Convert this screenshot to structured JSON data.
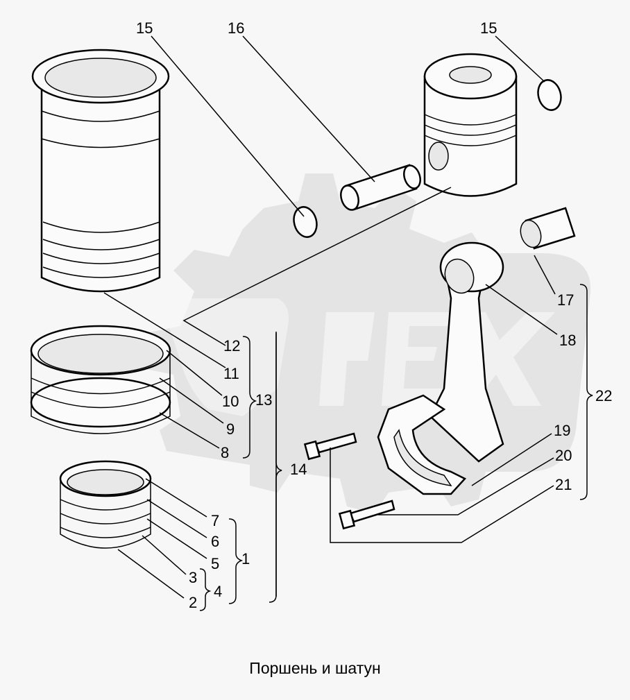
{
  "title": "Поршень и шатун",
  "watermark": "OPEX",
  "callouts": {
    "c15a": "15",
    "c16": "16",
    "c15b": "15",
    "c17": "17",
    "c18": "18",
    "c12": "12",
    "c11": "11",
    "c10": "10",
    "c13": "13",
    "c9": "9",
    "c8": "8",
    "c22": "22",
    "c19": "19",
    "c20": "20",
    "c21": "21",
    "c14": "14",
    "c7": "7",
    "c6": "6",
    "c5": "5",
    "c1": "1",
    "c3": "3",
    "c4": "4",
    "c2": "2"
  }
}
